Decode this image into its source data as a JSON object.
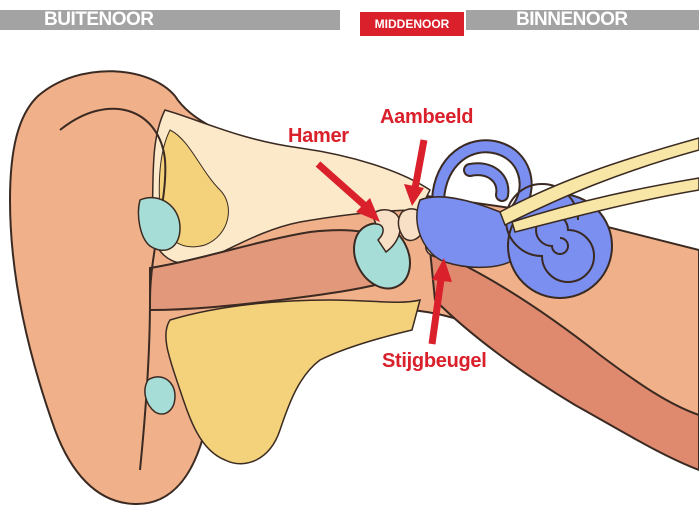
{
  "header": {
    "outer_ear": "BUITENOOR",
    "middle_ear": "MIDDENOOR",
    "inner_ear": "BINNENOOR"
  },
  "labels": {
    "hammer": "Hamer",
    "anvil": "Aambeeld",
    "stirrup": "Stijgbeugel"
  },
  "colors": {
    "header_gray": "#a3a3a3",
    "accent_red": "#d9202b",
    "skin": "#f0b08a",
    "canal": "#e2987a",
    "bone": "#f4d27c",
    "inner_ear_blue": "#7a8ff0",
    "membrane": "#a6ddd6",
    "nerve": "#f7e6a6"
  }
}
